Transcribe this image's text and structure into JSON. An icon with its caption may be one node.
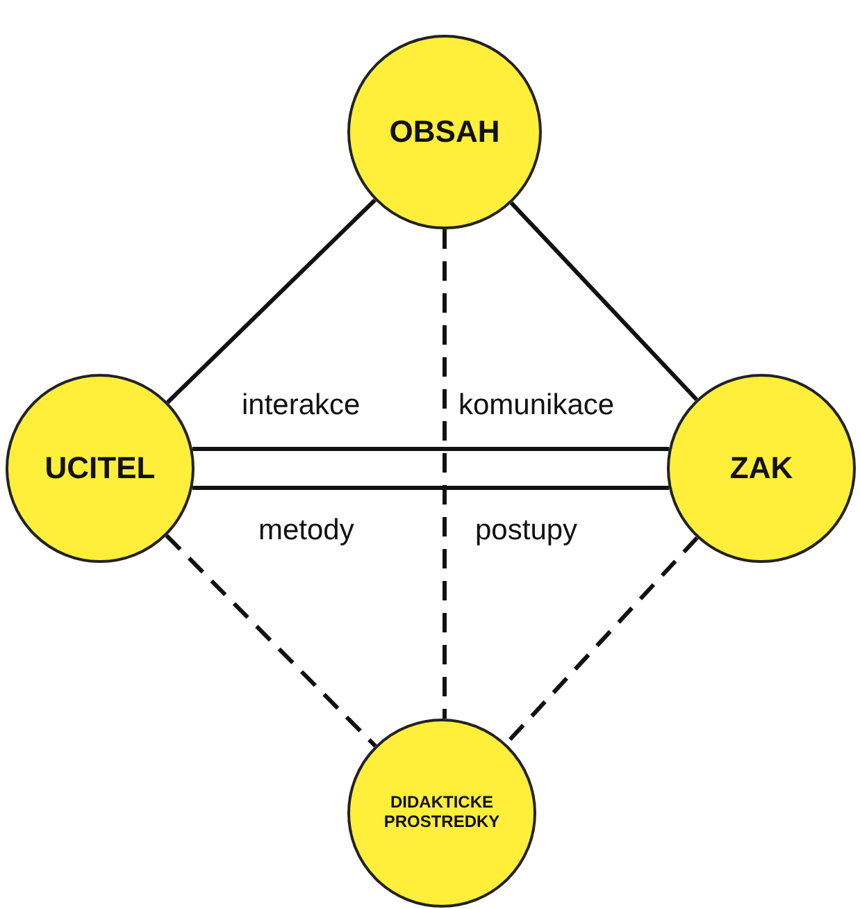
{
  "diagram": {
    "nodes": [
      {
        "text": [
          "OBSAH"
        ]
      },
      {
        "text": [
          "UCITEL"
        ]
      },
      {
        "text": [
          "ZAK"
        ]
      },
      {
        "text": [
          "DIDAKTICKE PROSTREDKY"
        ]
      }
    ],
    "edges": [
      {
        "from": 0,
        "to": 1,
        "arrow": "none"
      },
      {
        "from": 0,
        "to": 2,
        "arrow": "none"
      },
      {
        "from": 1,
        "to": 2,
        "arrow": "none"
      },
      {
        "from": 1,
        "to": 2,
        "arrow": "none"
      },
      {
        "from": 0,
        "to": 3,
        "arrow": "none",
        "style": "dashed"
      },
      {
        "from": 1,
        "to": 3,
        "arrow": "none",
        "style": "dashed"
      },
      {
        "from": 2,
        "to": 3,
        "arrow": "none",
        "style": "dashed"
      }
    ],
    "labels": [
      "interakce",
      "komunikace",
      "metody",
      "postupy"
    ]
  }
}
